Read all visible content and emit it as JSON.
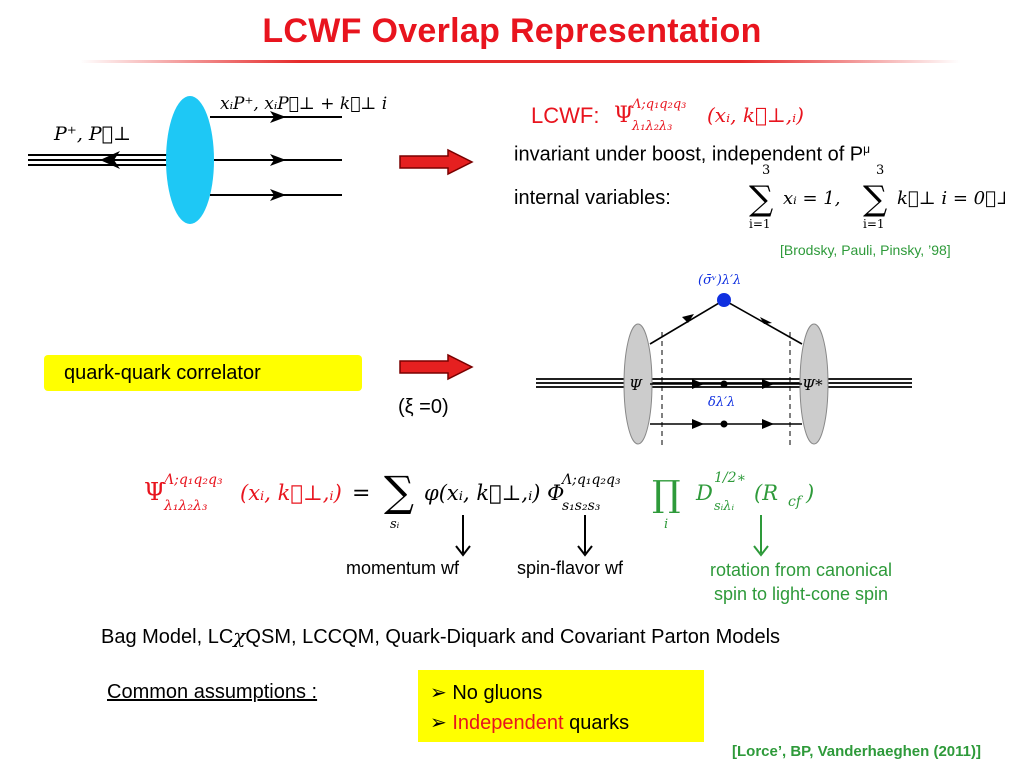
{
  "title": "LCWF Overlap Representation",
  "top_diagram": {
    "incoming_label": "P⁺, P⃗⊥",
    "outgoing_label": "xᵢP⁺, xᵢP⃗⊥ + k⃗⊥ i"
  },
  "lcwf": {
    "prefix": "LCWF:",
    "symbol": "Ψ",
    "invariant_text": "invariant under boost, independent of P",
    "mu": "μ",
    "internal_label": "internal variables:",
    "sum1": "xᵢ = 1,",
    "sum2": "k⃗⊥ i = 0⃗⊥",
    "sum_top": "3",
    "sum_bottom": "i=1",
    "ref": "[Brodsky,  Pauli, Pinsky, ’98]"
  },
  "correlator": {
    "label": "quark-quark correlator",
    "xi_text": "(ξ =0)"
  },
  "right_diagram": {
    "psi": "Ψ",
    "psi_star": "Ψ*",
    "top_vertex": "(σ̄ᵛ)λ′λ",
    "delta": "δλ′λ"
  },
  "equation": {
    "lhs": "Ψ(xᵢ, k⃗⊥,ᵢ)",
    "lhs_sup": "Λ;q₁q₂q₃",
    "lhs_sub": "λ₁λ₂λ₃",
    "eq": "=",
    "sum_sub": "sᵢ",
    "phi": "φ(xᵢ, k⃗⊥,ᵢ) Φ",
    "phi_sup": "Λ;q₁q₂q₃",
    "phi_sub": "s₁s₂s₃",
    "prod_sub": "i",
    "d": "D",
    "d_sup": "1/2∗",
    "d_sub": "sᵢλᵢ",
    "d_arg": "(R",
    "d_arg_sub": "cf",
    "d_arg_close": ")"
  },
  "annotations": {
    "momentum": "momentum wf",
    "spin_flavor": "spin-flavor wf",
    "rotation_line1": "rotation from canonical",
    "rotation_line2": "spin to light-cone spin"
  },
  "models": {
    "prefix": "Bag Model, LC",
    "chi": "χ",
    "suffix": "QSM, LCCQM, Quark-Diquark and Covariant Parton Models"
  },
  "assumptions": {
    "label": "Common assumptions :",
    "items": [
      {
        "bullet": "➢",
        "text": "No gluons"
      },
      {
        "bullet": "➢",
        "highlight": "Independent",
        "text": " quarks"
      }
    ]
  },
  "citation": "[Lorce’, BP, Vanderhaeghen (2011)]",
  "colors": {
    "title_red": "#e8141e",
    "green": "#2e9a3a",
    "blob_blue": "#1ec8f5",
    "vertex_blue": "#1030e0",
    "yellow": "#ffff00",
    "arrow_red": "#e52020"
  }
}
